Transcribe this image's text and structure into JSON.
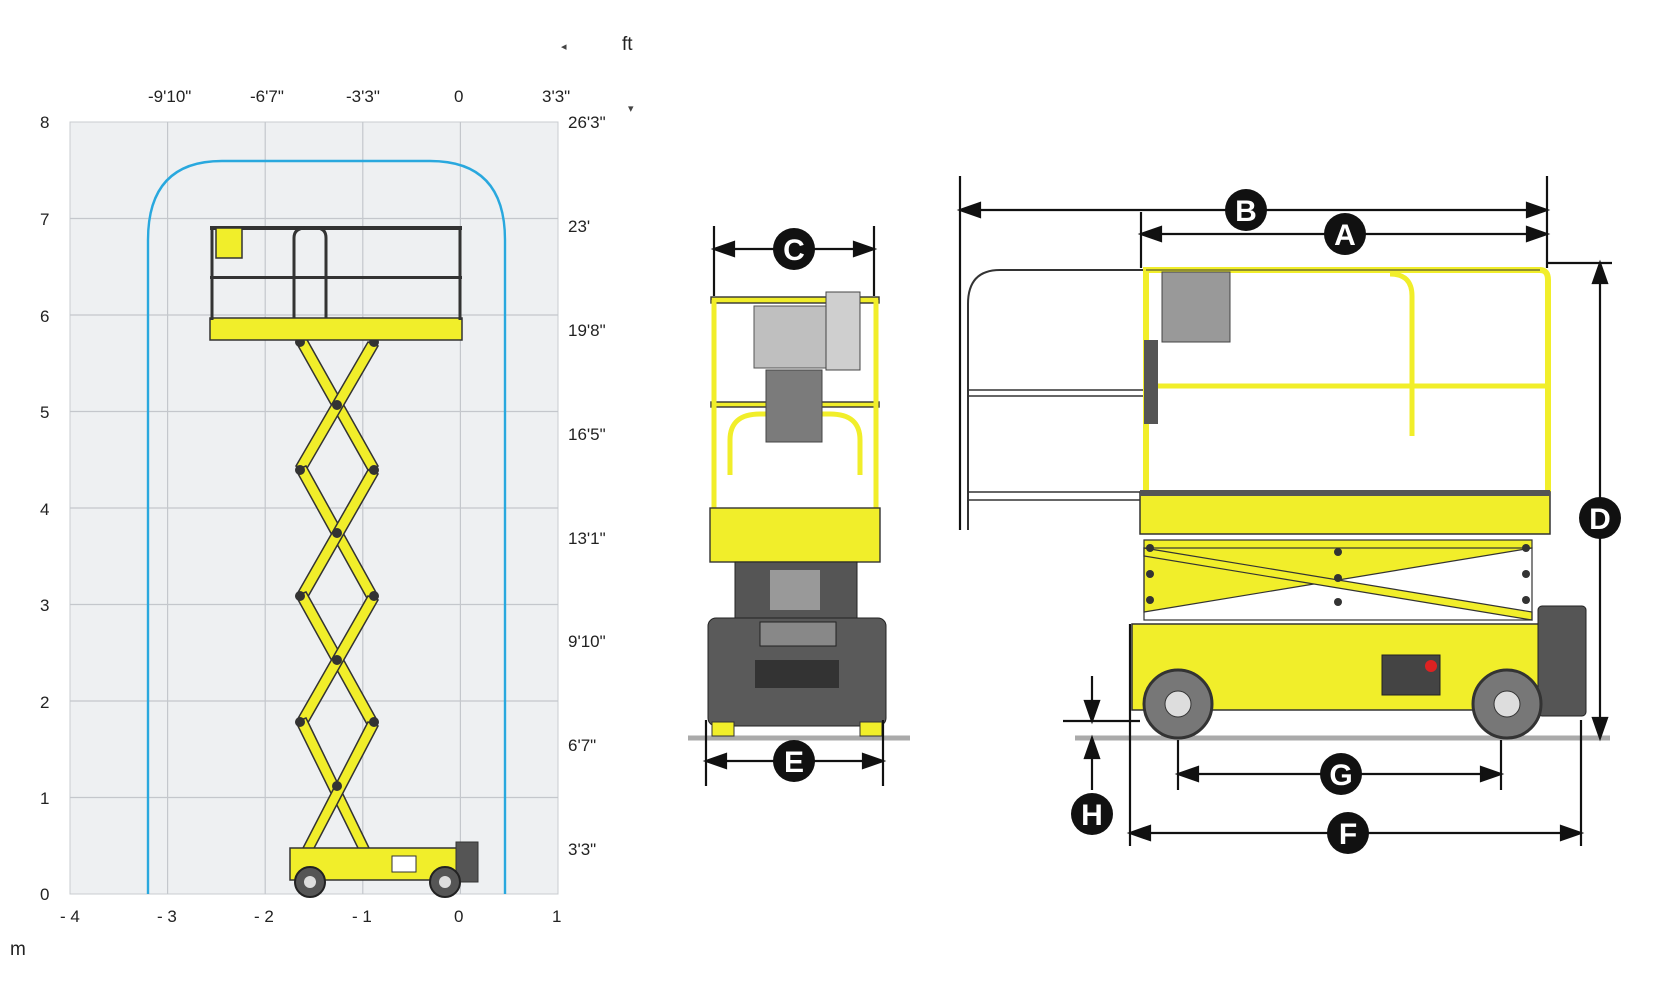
{
  "range_chart": {
    "unit_left": "m",
    "unit_top": "ft",
    "y_m_ticks": [
      "0",
      "1",
      "2",
      "3",
      "4",
      "5",
      "6",
      "7",
      "8"
    ],
    "x_m_ticks": [
      "- 4",
      "- 3",
      "- 2",
      "- 1",
      "0",
      "1"
    ],
    "x_ft_ticks": [
      "-9'10\"",
      "-6'7\"",
      "-3'3\"",
      "0",
      "3'3\""
    ],
    "y_ft_ticks": [
      "3'3\"",
      "6'7\"",
      "9'10\"",
      "13'1\"",
      "16'5\"",
      "19'8\"",
      "23'",
      "26'3\""
    ],
    "colors": {
      "envelope": "#29a8de",
      "grid_bg": "#eef0f2",
      "machine": "#f1ee2a"
    }
  },
  "dimensions": {
    "labels": [
      "A",
      "B",
      "C",
      "D",
      "E",
      "F",
      "G",
      "H"
    ],
    "badge_color": "#111111"
  }
}
